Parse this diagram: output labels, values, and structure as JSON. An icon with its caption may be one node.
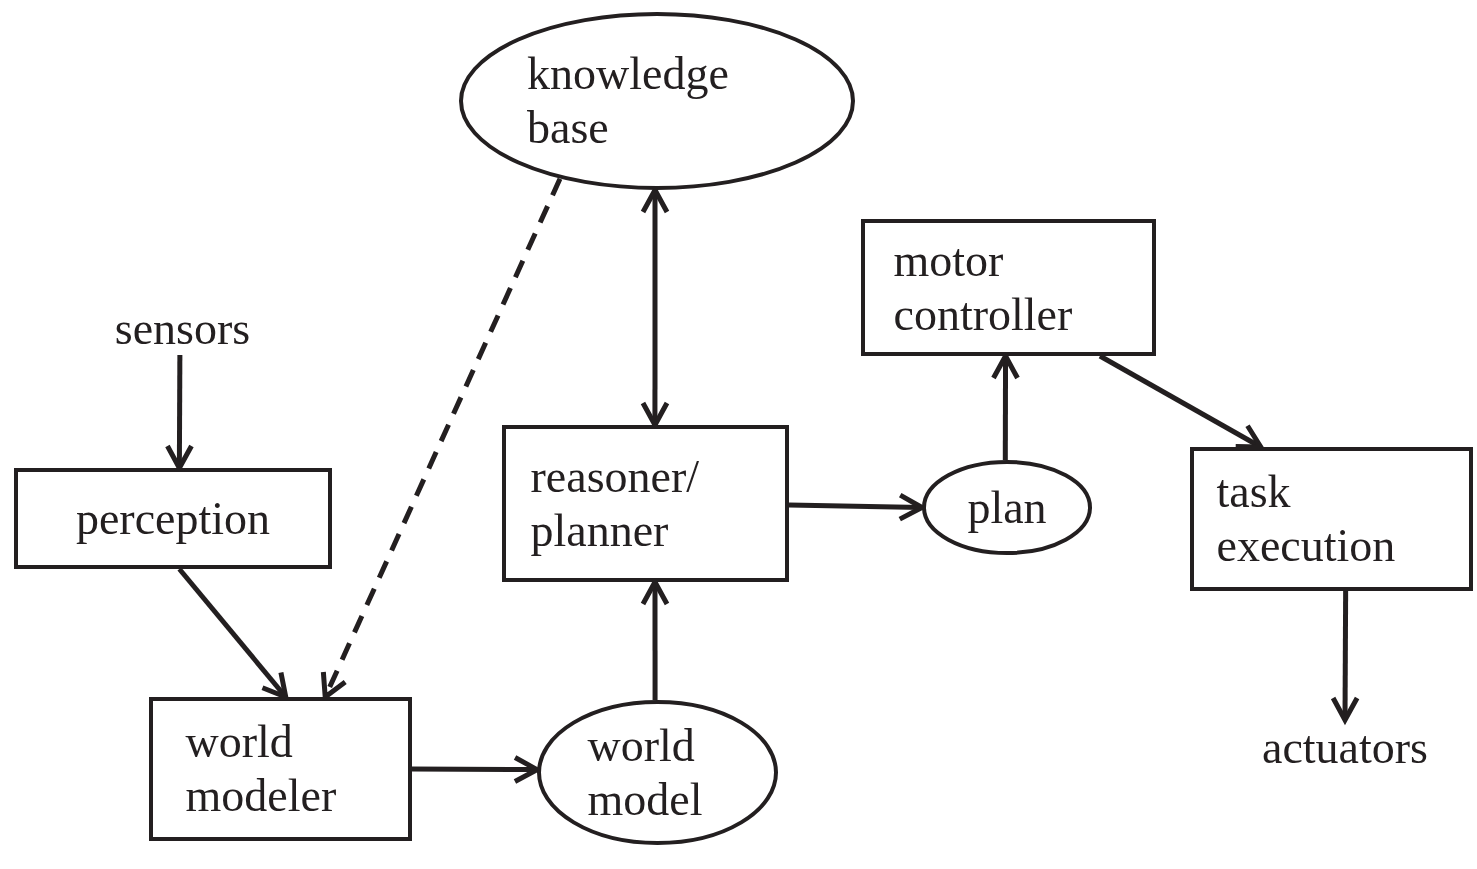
{
  "diagram": {
    "nodes": [
      {
        "text": [
          "knowledge base"
        ]
      },
      {
        "text": [
          "sensors"
        ]
      },
      {
        "text": [
          "perception"
        ]
      },
      {
        "text": [
          "reasoner/ planner"
        ]
      },
      {
        "text": [
          "plan"
        ]
      },
      {
        "text": [
          "motor controller"
        ]
      },
      {
        "text": [
          "task execution"
        ]
      },
      {
        "text": [
          "world modeler"
        ]
      },
      {
        "text": [
          "world model"
        ]
      },
      {
        "text": [
          "actuators"
        ]
      }
    ],
    "edges": [
      {
        "from": 1,
        "to": 2,
        "arrow": "to"
      },
      {
        "from": 2,
        "to": 7,
        "arrow": "to"
      },
      {
        "from": 0,
        "to": 7,
        "arrow": "to",
        "style": "dashed"
      },
      {
        "from": 0,
        "to": 3,
        "arrow": "both"
      },
      {
        "from": 7,
        "to": 8,
        "arrow": "to"
      },
      {
        "from": 8,
        "to": 3,
        "arrow": "to"
      },
      {
        "from": 3,
        "to": 4,
        "arrow": "to"
      },
      {
        "from": 4,
        "to": 5,
        "arrow": "to"
      },
      {
        "from": 5,
        "to": 6,
        "arrow": "to"
      },
      {
        "from": 6,
        "to": 9,
        "arrow": "to"
      }
    ]
  }
}
